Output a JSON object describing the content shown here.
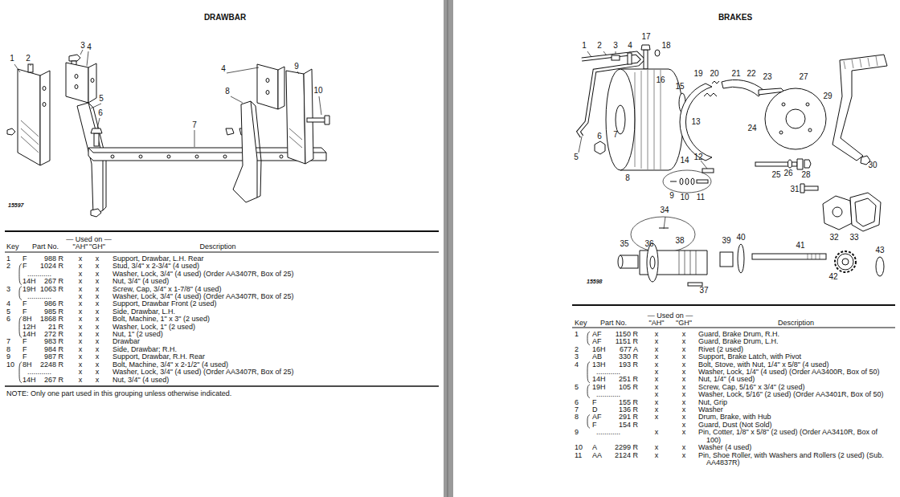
{
  "diagram": {
    "labels": [
      "DRAWBAR",
      "1",
      "2",
      "3",
      "4",
      "5",
      "6",
      "7",
      "4",
      "8",
      "9",
      "10",
      "15597",
      "— Used on —",
      "\"AH\"",
      "\"GH\"",
      "Key",
      "Part No.",
      "Description",
      "1",
      "F",
      "988 R",
      "x",
      "x",
      "Support, Drawbar, L.H. Rear",
      "2",
      "F",
      "1024 R",
      "x",
      "x",
      "Stud, 3/4\" x 2-3/4\" (4 used)",
      "............",
      "x",
      "x",
      "Washer, Lock, 3/4\" (4 used) (Order AA3407R, Box of 25)",
      "14H",
      "267 R",
      "x",
      "x",
      "Nut, 3/4\" (4 used)",
      "3",
      "19H",
      "1063 R",
      "x",
      "x",
      "Screw, Cap, 3/4\" x 1-7/8\" (4 used)",
      "............",
      "x",
      "x",
      "Washer, Lock, 3/4\" (4 used) (Order AA3407R, Box of 25)",
      "4",
      "F",
      "986 R",
      "x",
      "x",
      "Support, Drawbar Front (2 used)",
      "5",
      "F",
      "985 R",
      "x",
      "x",
      "Side, Drawbar, L.H.",
      "6",
      "8H",
      "1868 R",
      "x",
      "x",
      "Bolt, Machine, 1\" x 3\" (2 used)",
      "12H",
      "21 R",
      "x",
      "x",
      "Washer, Lock, 1\" (2 used)",
      "14H",
      "272 R",
      "x",
      "x",
      "Nut, 1\" (2 used)",
      "7",
      "F",
      "983 R",
      "x",
      "x",
      "Drawbar",
      "8",
      "F",
      "984 R",
      "x",
      "x",
      "Side, Drawbar; R.H.",
      "9",
      "F",
      "987 R",
      "x",
      "x",
      "Support, Drawbar, R.H. Rear",
      "10",
      "8H",
      "2248 R",
      "x",
      "x",
      "Bolt, Machine, 3/4\" x 2-1/2\" (4 used)",
      "............",
      "x",
      "x",
      "Washer, Lock, 3/4\" (4 used) (Order AA3407R, Box of 25)",
      "14H",
      "267 R",
      "x",
      "x",
      "Nut, 3/4\" (4 used)",
      "NOTE: Only one part used in this grouping unless otherwise indicated.",
      "BRAKES",
      "1",
      "2",
      "3",
      "4",
      "5",
      "6",
      "7",
      "8",
      "9",
      "10",
      "11",
      "12",
      "13",
      "14",
      "15",
      "16",
      "17",
      "18",
      "19",
      "20",
      "21",
      "22",
      "23",
      "24",
      "25",
      "26",
      "27",
      "28",
      "29",
      "30",
      "31",
      "32",
      "33",
      "34",
      "35",
      "36",
      "37",
      "38",
      "39",
      "40",
      "41",
      "42",
      "43",
      "15598",
      "— Used on —",
      "\"AH\"",
      "\"GH\"",
      "Key",
      "Part No.",
      "Description",
      "1",
      "AF",
      "1150 R",
      "x",
      "x",
      "Guard, Brake Drum, R.H.",
      "AF",
      "1151 R",
      "x",
      "x",
      "Guard, Brake Drum, L.H.",
      "2",
      "16H",
      "677 A",
      "x",
      "x",
      "Rivet (2 used)",
      "3",
      "AB",
      "330 R",
      "x",
      "x",
      "Support, Brake Latch, with Pivot",
      "4",
      "13H",
      "193 R",
      "x",
      "x",
      "Bolt, Stove, with Nut, 1/4\" x 5/8\" (4 used)",
      "............",
      "x",
      "x",
      "Washer, Lock, 1/4\" (4 used) (Order AA3400R, Box of 50)",
      "14H",
      "251 R",
      "x",
      "x",
      "Nut, 1/4\" (4 used)",
      "5",
      "19H",
      "105 R",
      "x",
      "x",
      "Screw, Cap, 5/16\" x 3/4\" (2 used)",
      "............",
      "x",
      "x",
      "Washer, Lock, 5/16\" (2 used) (Order AA3401R, Box of 50)",
      "6",
      "F",
      "155 R",
      "x",
      "x",
      "Nut, Grip",
      "7",
      "D",
      "136 R",
      "x",
      "x",
      "Washer",
      "8",
      "AF",
      "291 R",
      "x",
      "x",
      "Drum, Brake, with Hub",
      "F",
      "154 R",
      "x",
      "Guard, Dust (Not Sold)",
      "9",
      "............",
      "x",
      "x",
      "Pin, Cotter, 1/8\" x 5/8\" (2 used) (Order AA3410R, Box of 100)",
      "10",
      "A",
      "2299 R",
      "x",
      "x",
      "Washer (4 used)",
      "11",
      "AA",
      "2124 R",
      "x",
      "x",
      "Pin, Shoe Roller, with Washers and Rollers (2 used) (Sub. AA4837R)"
    ]
  }
}
